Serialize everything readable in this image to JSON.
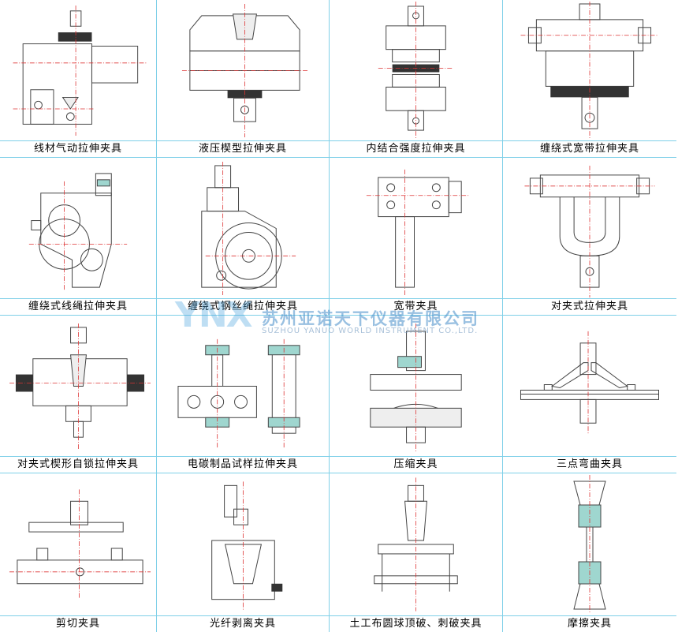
{
  "fixtures": [
    {
      "caption": "线材气动拉伸夹具"
    },
    {
      "caption": "液压楔型拉伸夹具"
    },
    {
      "caption": "内结合强度拉伸夹具"
    },
    {
      "caption": "缠绕式宽带拉伸夹具"
    },
    {
      "caption": "缠绕式线绳拉伸夹具"
    },
    {
      "caption": "缠绕式钢丝绳拉伸夹具"
    },
    {
      "caption": "宽带夹具"
    },
    {
      "caption": "对夹式拉伸夹具"
    },
    {
      "caption": "对夹式楔形自锁拉伸夹具"
    },
    {
      "caption": "电碳制品试样拉伸夹具"
    },
    {
      "caption": "压缩夹具"
    },
    {
      "caption": "三点弯曲夹具"
    },
    {
      "caption": "剪切夹具"
    },
    {
      "caption": "光纤剥离夹具"
    },
    {
      "caption": "土工布圆球顶破、刺破夹具"
    },
    {
      "caption": "摩擦夹具"
    }
  ],
  "watermark": {
    "logo": "YNX",
    "company_cn": "苏州亚诺天下仪器有限公司",
    "company_en": "SUZHOU YANUO WORLD INSTRUMENT CO.,LTD."
  }
}
